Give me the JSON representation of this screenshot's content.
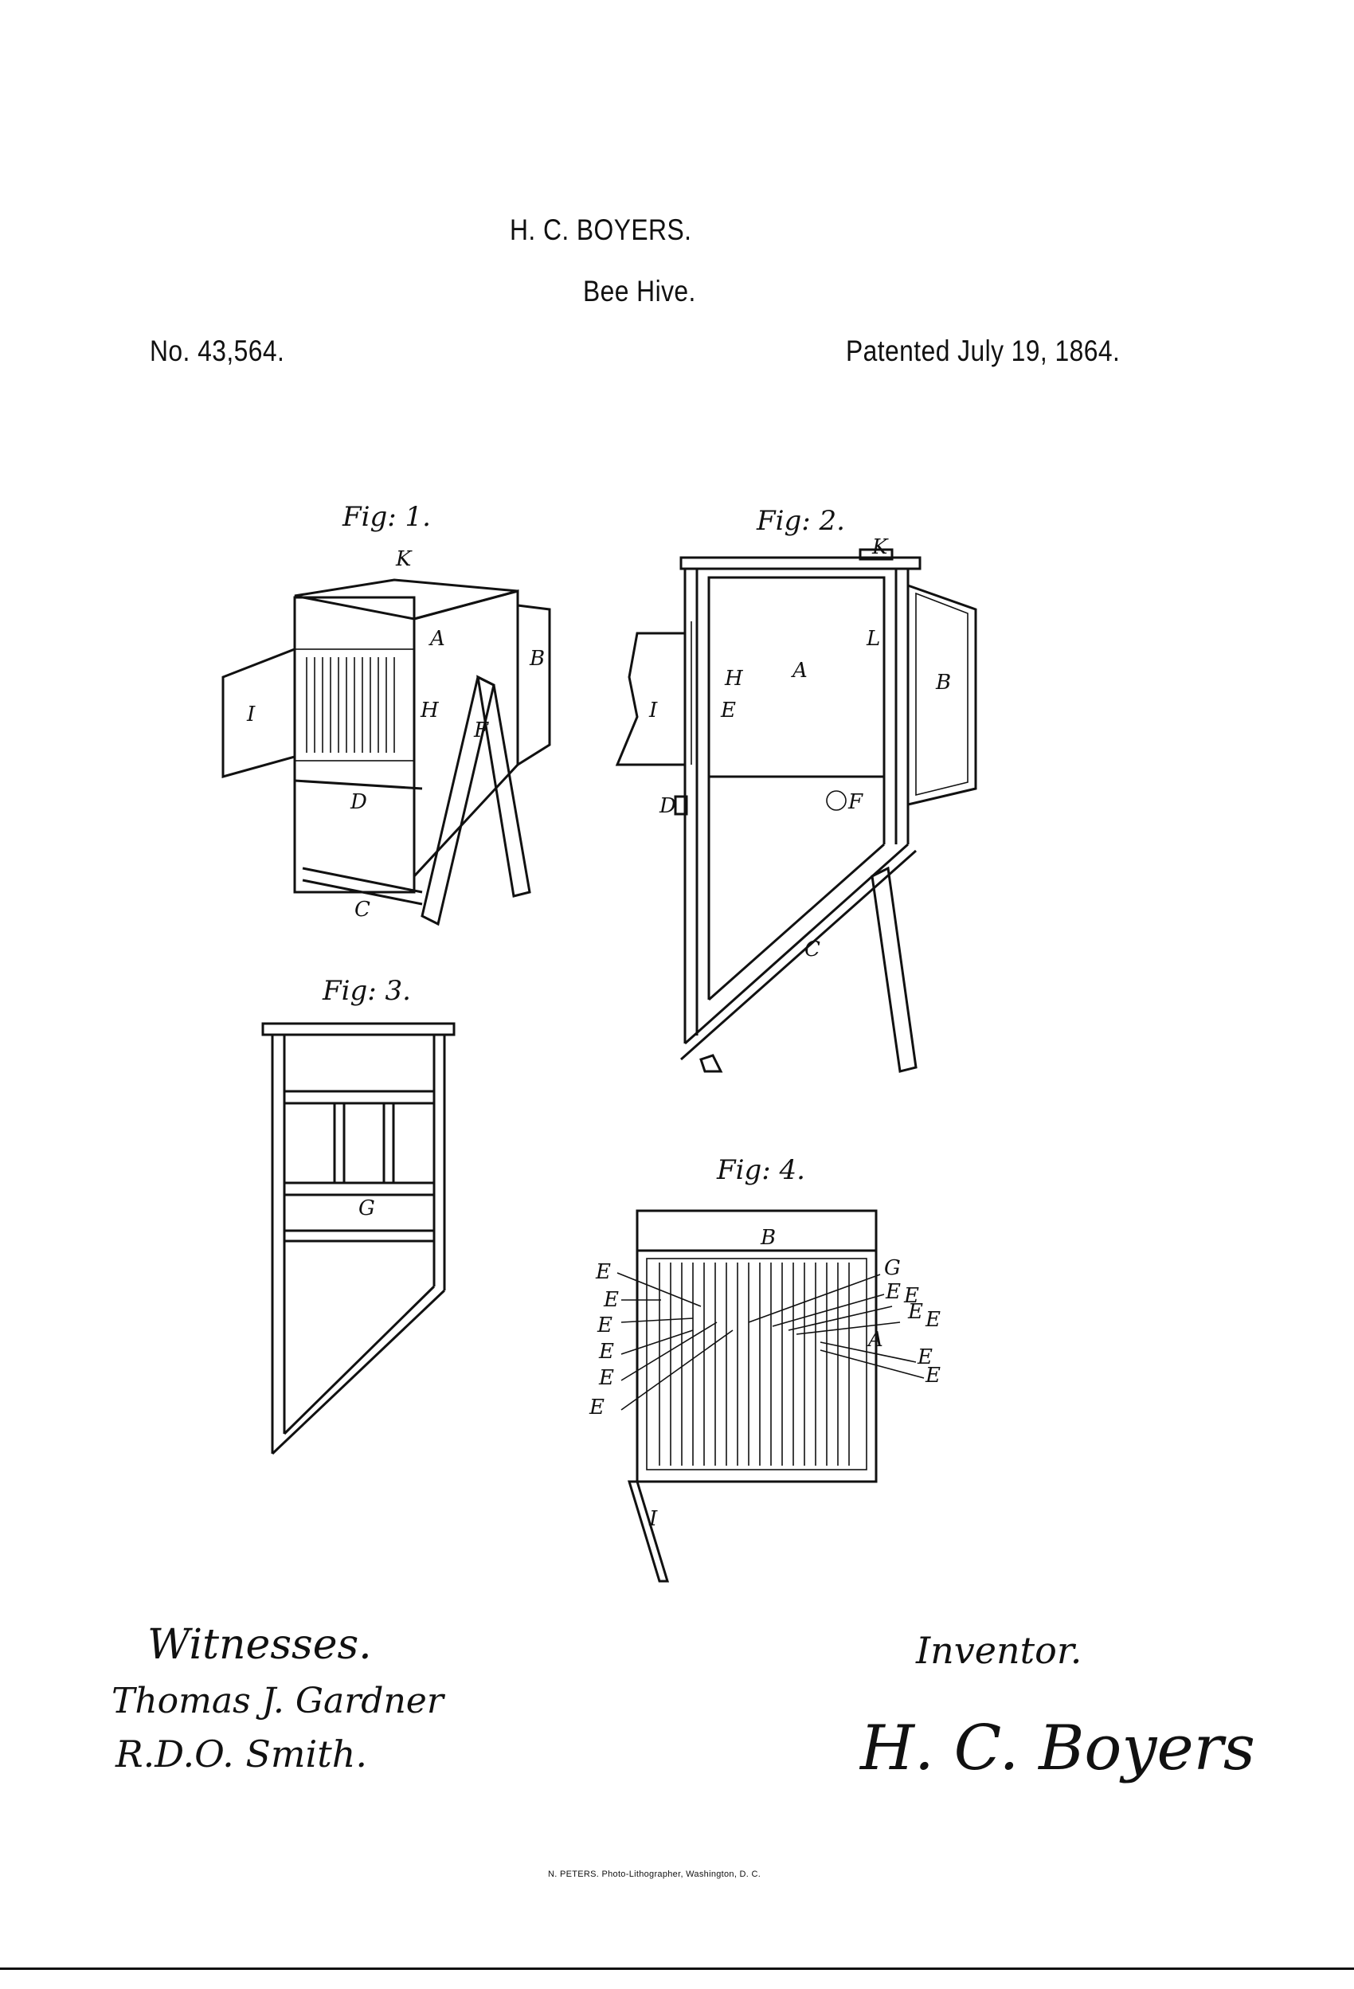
{
  "header": {
    "inventor_name": "H. C. BOYERS.",
    "title": "Bee Hive.",
    "patent_number": "No. 43,564.",
    "patent_date": "Patented July 19, 1864."
  },
  "figures": {
    "fig1": {
      "title": "Fig: 1.",
      "labels": {
        "K": "K",
        "A": "A",
        "B": "B",
        "I": "I",
        "H": "H",
        "F": "F",
        "D": "D",
        "C": "C"
      }
    },
    "fig2": {
      "title": "Fig: 2.",
      "labels": {
        "K": "K",
        "L": "L",
        "A": "A",
        "B": "B",
        "H": "H",
        "E": "E",
        "I": "I",
        "D": "D",
        "F": "F",
        "C": "C"
      }
    },
    "fig3": {
      "title": "Fig: 3.",
      "labels": {
        "G": "G"
      }
    },
    "fig4": {
      "title": "Fig: 4.",
      "labels": {
        "B": "B",
        "G": "G",
        "A": "A",
        "I": "I",
        "E": "E"
      }
    }
  },
  "signatures": {
    "witnesses_heading": "Witnesses.",
    "witness_1": "Thomas J. Gardner",
    "witness_2": "R.D.O. Smith.",
    "inventor_heading": "Inventor.",
    "inventor_signature": "H. C. Boyers"
  },
  "footer": {
    "lithographer_credit": "N. PETERS. Photo-Lithographer, Washington, D. C."
  }
}
